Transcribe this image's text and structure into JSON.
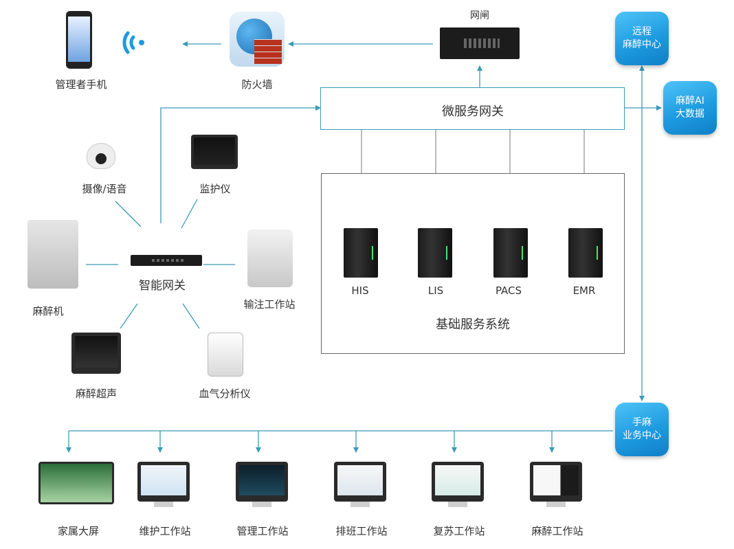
{
  "colors": {
    "line": "#3a9bb7",
    "tile": "#1e9be0",
    "text": "#333333"
  },
  "top": {
    "phone_label": "管理者手机",
    "firewall_label": "防火墙",
    "gatekeeper_label": "网闸",
    "wifi_icon": "wifi-icon"
  },
  "gateway": {
    "title": "微服务网关"
  },
  "basic_system": {
    "title": "基础服务系统",
    "servers": [
      "HIS",
      "LIS",
      "PACS",
      "EMR"
    ]
  },
  "tiles": {
    "remote": [
      "远程",
      "麻醉中心"
    ],
    "ai": [
      "麻醉AI",
      "大数据"
    ],
    "business": [
      "手麻",
      "业务中心"
    ]
  },
  "smart_gateway": {
    "label": "智能网关",
    "devices": {
      "camera": "摄像/语音",
      "monitor": "监护仪",
      "anesthesia_machine": "麻醉机",
      "infusion": "输注工作站",
      "ultrasound": "麻醉超声",
      "blood_gas": "血气分析仪"
    }
  },
  "workstations": [
    "家属大屏",
    "维护工作站",
    "管理工作站",
    "排班工作站",
    "复苏工作站",
    "麻醉工作站"
  ]
}
